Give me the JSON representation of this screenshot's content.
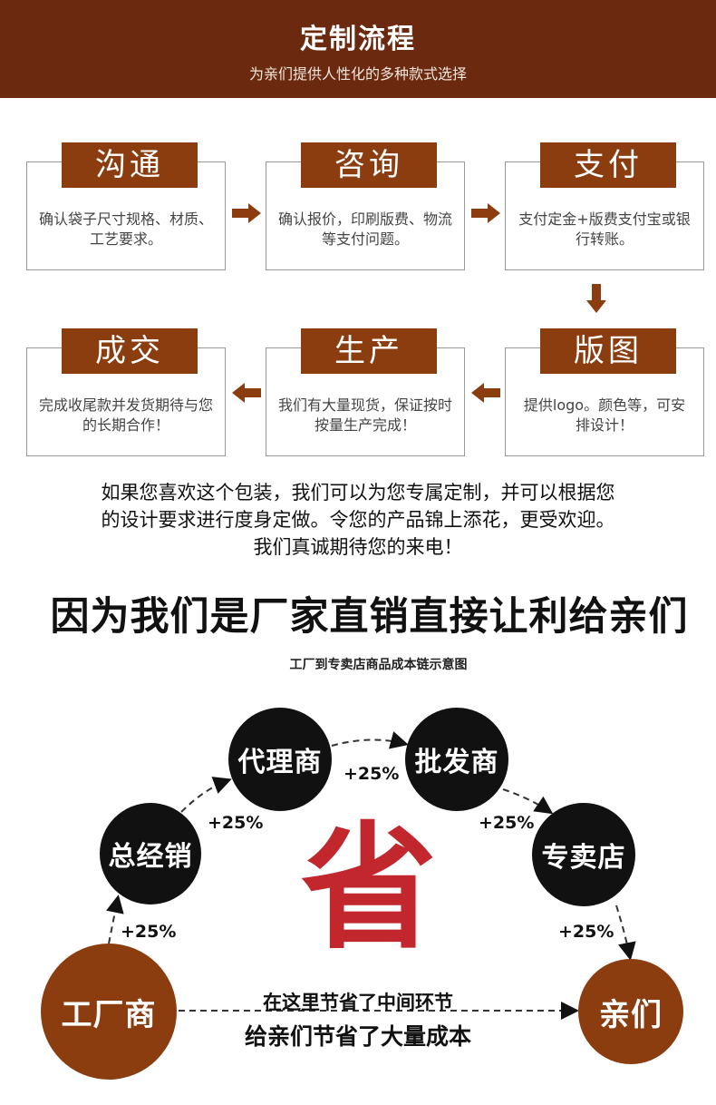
{
  "header": {
    "title": "定制流程",
    "subtitle": "为亲们提供人性化的多种款式选择"
  },
  "steps": [
    {
      "label": "沟通",
      "text": "确认袋子尺寸规格、材质、工艺要求。"
    },
    {
      "label": "咨询",
      "text": "确认报价，印刷版费、物流等支付问题。"
    },
    {
      "label": "支付",
      "text": "支付定金+版费支付宝或银行转账。"
    },
    {
      "label": "版图",
      "text": "提供logo。颜色等，可安排设计！"
    },
    {
      "label": "生产",
      "text": "我们有大量现货，保证按时按量生产完成！"
    },
    {
      "label": "成交",
      "text": "完成收尾款并发货期待与您的长期合作！"
    }
  ],
  "message": {
    "line1": "如果您喜欢这个包装，我们可以为您专属定制，并可以根据您",
    "line2": "的设计要求进行度身定做。令您的产品锦上添花，更受欢迎。",
    "line3": "我们真诚期待您的来电！"
  },
  "slogan": "因为我们是厂家直销直接让利给亲们",
  "diagram": {
    "title": "工厂到专卖店商品成本链示意图",
    "nodes": {
      "factory": "工厂商",
      "distributor": "总经销",
      "agent": "代理商",
      "wholesaler": "批发商",
      "store": "专卖店",
      "customer": "亲们"
    },
    "markups": [
      "+25%",
      "+25%",
      "+25%",
      "+25%",
      "+25%"
    ],
    "save_char": "省",
    "save_line1": "在这里节省了中间环节",
    "save_line2": "给亲们节省了大量成本"
  },
  "colors": {
    "header_bg": "#6b2a10",
    "tab_bg": "#8b3d10",
    "save_red": "#c1272d"
  }
}
